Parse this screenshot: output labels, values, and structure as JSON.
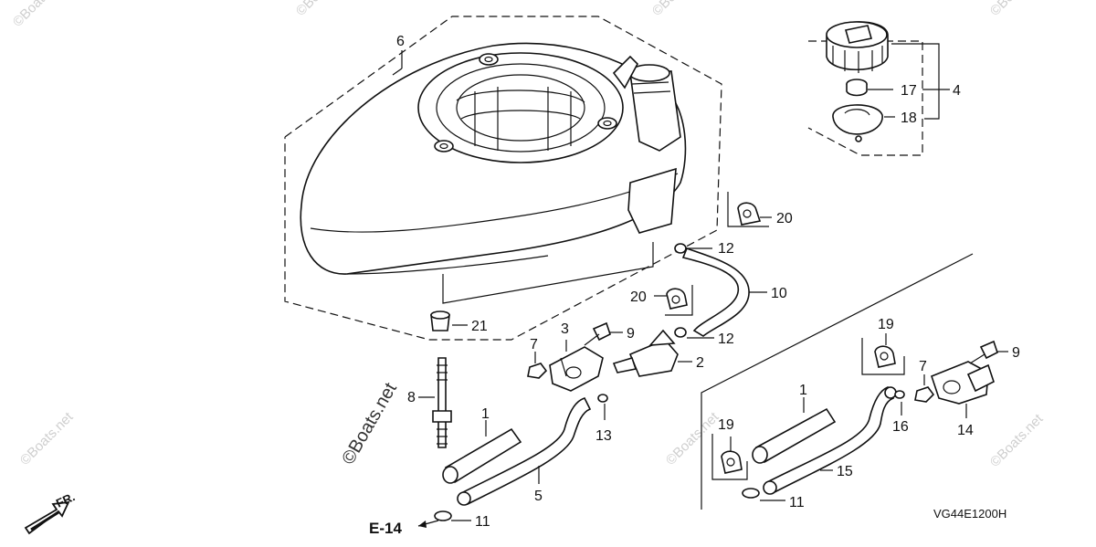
{
  "diagram": {
    "callouts": {
      "c1a": "1",
      "c1b": "1",
      "c2": "2",
      "c3": "3",
      "c4": "4",
      "c5": "5",
      "c6": "6",
      "c7a": "7",
      "c7b": "7",
      "c8": "8",
      "c9a": "9",
      "c9b": "9",
      "c10": "10",
      "c11a": "11",
      "c11b": "11",
      "c12a": "12",
      "c12b": "12",
      "c13": "13",
      "c14": "14",
      "c15": "15",
      "c16": "16",
      "c17": "17",
      "c18": "18",
      "c19a": "19",
      "c19b": "19",
      "c20a": "20",
      "c20b": "20",
      "c21": "21"
    },
    "reference": "E-14",
    "front_label": "FR.",
    "diagram_code": "VG44E1200H",
    "watermark": "©Boats.net",
    "colors": {
      "line": "#111111",
      "fill": "#ffffff",
      "watermark_light": "#cfcfcf"
    }
  }
}
